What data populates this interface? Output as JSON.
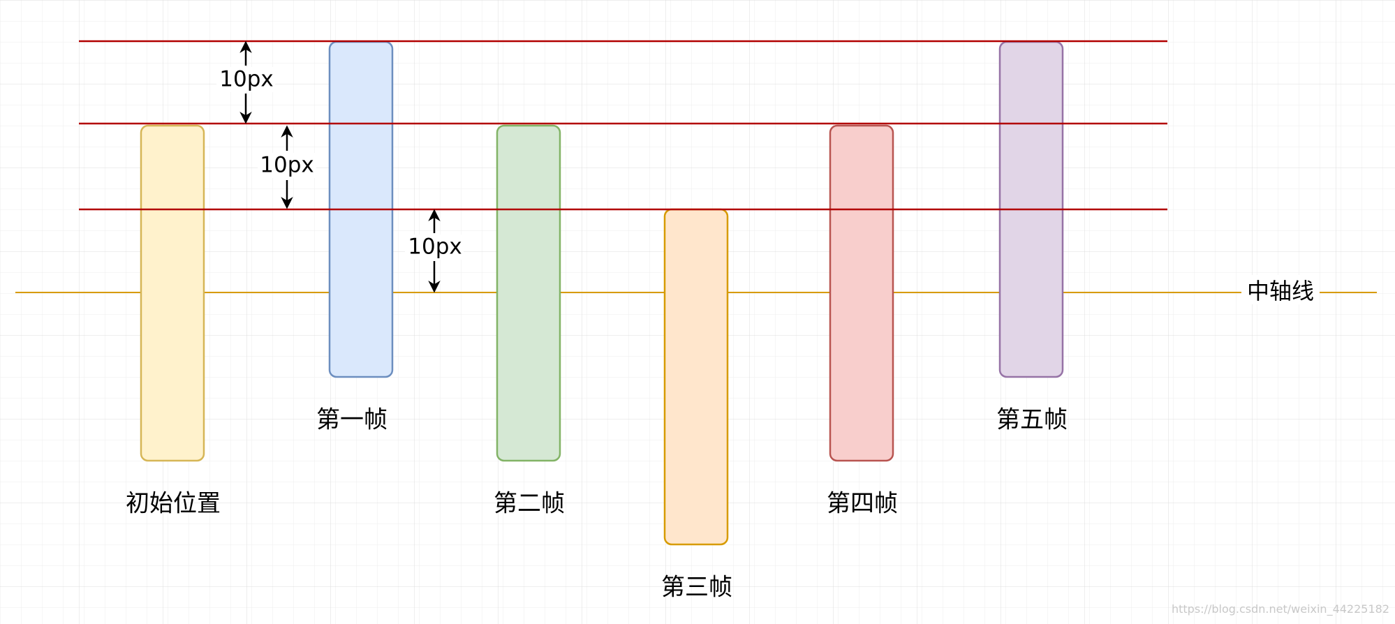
{
  "diagram": {
    "axis_label": "中轴线",
    "offset_label": "10px",
    "watermark": "https://blog.csdn.net/weixin_44225182",
    "frames": [
      {
        "label": "初始位置",
        "fill": "#fff2cc",
        "stroke": "#d6b656"
      },
      {
        "label": "第一帧",
        "fill": "#dae8fc",
        "stroke": "#6c8ebf"
      },
      {
        "label": "第二帧",
        "fill": "#d5e8d4",
        "stroke": "#82b366"
      },
      {
        "label": "第三帧",
        "fill": "#ffe6cc",
        "stroke": "#d79b00"
      },
      {
        "label": "第四帧",
        "fill": "#f8cecc",
        "stroke": "#b85450"
      },
      {
        "label": "第五帧",
        "fill": "#e1d5e7",
        "stroke": "#9673a6"
      }
    ],
    "colors": {
      "grid": "#e6e6e6",
      "reference_line": "#b20000",
      "axis_line": "#d79b00",
      "arrow": "#000000"
    }
  }
}
